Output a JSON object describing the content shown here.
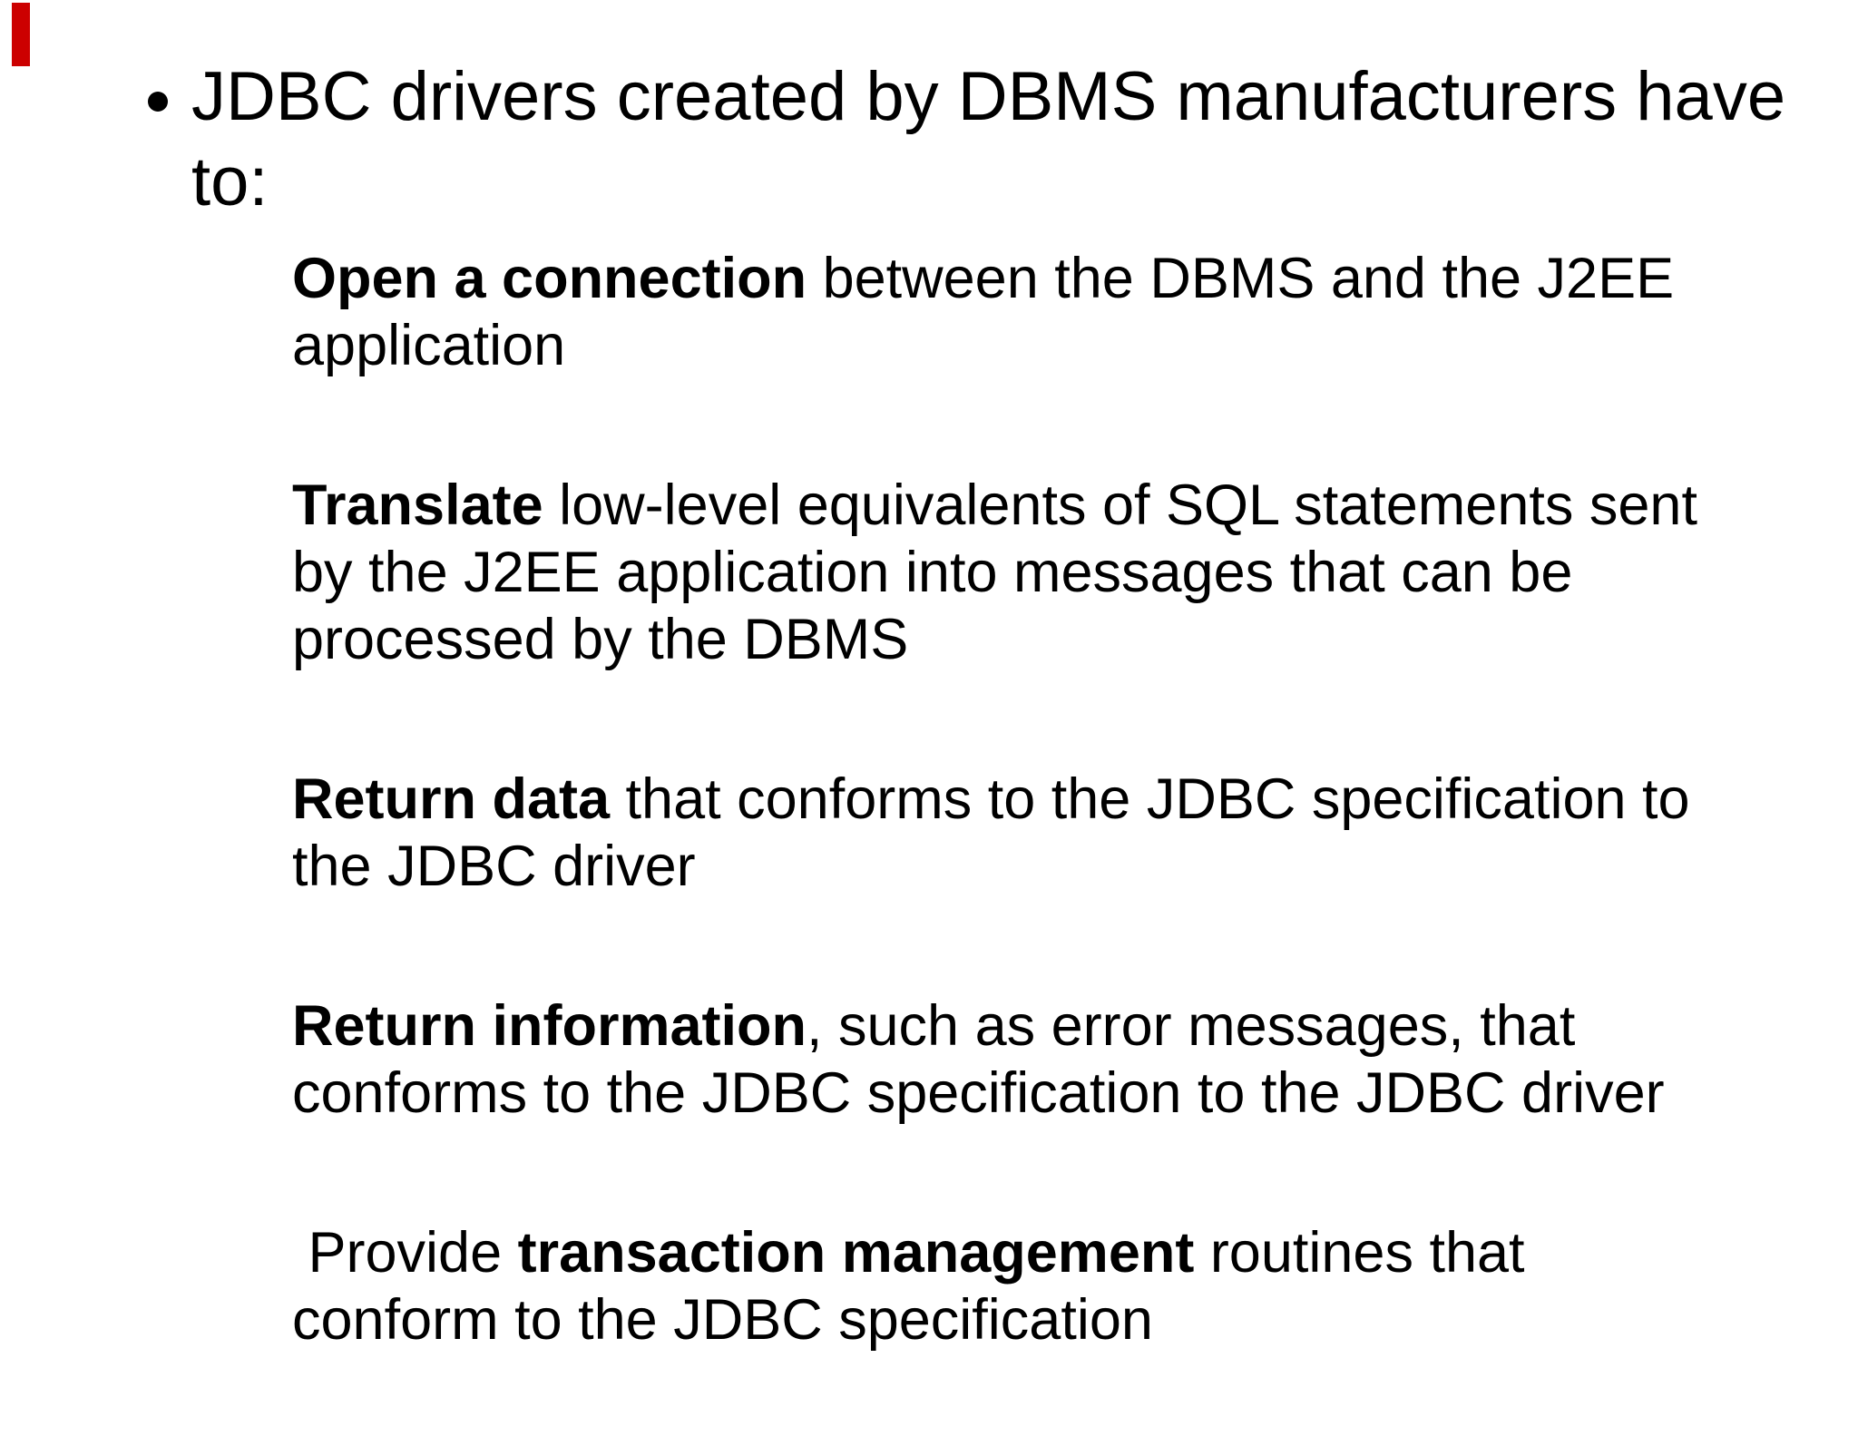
{
  "slide": {
    "background": "#ffffff",
    "text_color": "#000000",
    "accent_bar": {
      "color": "#cc0000"
    },
    "main_bullet": {
      "marker": "bullet-dot",
      "lines": [
        "JDBC drivers created by DBMS manufacturers have",
        "to:"
      ]
    },
    "sub_bullets": [
      {
        "pre": "",
        "bold": "Open a connection",
        "after": " between the DBMS and the J2EE",
        "line2": "application",
        "line3": ""
      },
      {
        "pre": "",
        "bold": "Translate",
        "after": " low-level equivalents of SQL statements sent",
        "line2": "by the J2EE application into messages that can be",
        "line3": "processed by the DBMS"
      },
      {
        "pre": "",
        "bold": "Return data",
        "after": " that conforms to the JDBC specification to",
        "line2": "the JDBC driver",
        "line3": ""
      },
      {
        "pre": "",
        "bold": "Return information",
        "after": ", such as error messages, that",
        "line2": "conforms to the JDBC specification to the JDBC driver",
        "line3": ""
      },
      {
        "pre": " Provide ",
        "bold": "transaction management",
        "after": " routines that",
        "line2": "conform to the JDBC specification",
        "line3": ""
      }
    ]
  }
}
